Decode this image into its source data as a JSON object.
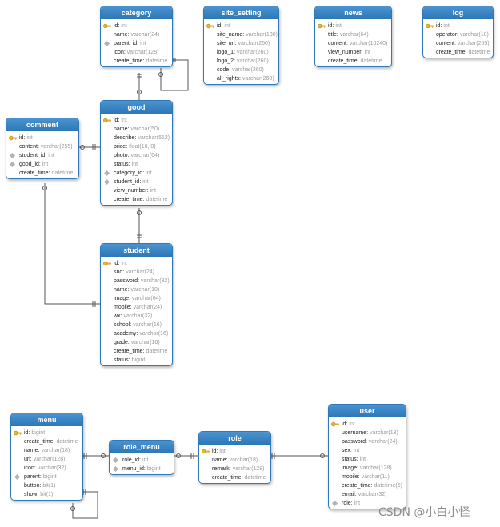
{
  "tables": [
    {
      "id": "category",
      "title": "category",
      "rows": [
        {
          "name": "id",
          "type": "int",
          "key": "pk"
        },
        {
          "name": "name",
          "type": "varchar(24)",
          "key": ""
        },
        {
          "name": "parent_id",
          "type": "int",
          "key": "fk"
        },
        {
          "name": "icon",
          "type": "varchar(128)",
          "key": ""
        },
        {
          "name": "create_time",
          "type": "datetime",
          "key": ""
        }
      ]
    },
    {
      "id": "site_setting",
      "title": "site_setting",
      "rows": [
        {
          "name": "id",
          "type": "int",
          "key": "pk"
        },
        {
          "name": "site_name",
          "type": "varchar(130)",
          "key": ""
        },
        {
          "name": "site_url",
          "type": "varchar(260)",
          "key": ""
        },
        {
          "name": "logo_1",
          "type": "varchar(260)",
          "key": ""
        },
        {
          "name": "logo_2",
          "type": "varchar(260)",
          "key": ""
        },
        {
          "name": "code",
          "type": "varchar(260)",
          "key": ""
        },
        {
          "name": "all_rights",
          "type": "varchar(260)",
          "key": ""
        }
      ]
    },
    {
      "id": "news",
      "title": "news",
      "rows": [
        {
          "name": "id",
          "type": "int",
          "key": "pk"
        },
        {
          "name": "title",
          "type": "varchar(64)",
          "key": ""
        },
        {
          "name": "content",
          "type": "varchar(10240)",
          "key": ""
        },
        {
          "name": "view_number",
          "type": "int",
          "key": ""
        },
        {
          "name": "create_time",
          "type": "datetime",
          "key": ""
        }
      ]
    },
    {
      "id": "log",
      "title": "log",
      "rows": [
        {
          "name": "id",
          "type": "int",
          "key": "pk"
        },
        {
          "name": "operator",
          "type": "varchar(18)",
          "key": ""
        },
        {
          "name": "content",
          "type": "varchar(255)",
          "key": ""
        },
        {
          "name": "create_time",
          "type": "datetime",
          "key": ""
        }
      ]
    },
    {
      "id": "good",
      "title": "good",
      "rows": [
        {
          "name": "id",
          "type": "int",
          "key": "pk"
        },
        {
          "name": "name",
          "type": "varchar(50)",
          "key": ""
        },
        {
          "name": "describe",
          "type": "varchar(512)",
          "key": ""
        },
        {
          "name": "price",
          "type": "float(10, 0)",
          "key": ""
        },
        {
          "name": "photo",
          "type": "varchar(64)",
          "key": ""
        },
        {
          "name": "status",
          "type": "int",
          "key": ""
        },
        {
          "name": "category_id",
          "type": "int",
          "key": "fk"
        },
        {
          "name": "student_id",
          "type": "int",
          "key": "fk"
        },
        {
          "name": "view_number",
          "type": "int",
          "key": ""
        },
        {
          "name": "create_time",
          "type": "datetime",
          "key": ""
        }
      ]
    },
    {
      "id": "comment",
      "title": "comment",
      "rows": [
        {
          "name": "id",
          "type": "int",
          "key": "pk"
        },
        {
          "name": "content",
          "type": "varchar(255)",
          "key": ""
        },
        {
          "name": "student_id",
          "type": "int",
          "key": "fk"
        },
        {
          "name": "good_id",
          "type": "int",
          "key": "fk"
        },
        {
          "name": "create_time",
          "type": "datetime",
          "key": ""
        }
      ]
    },
    {
      "id": "student",
      "title": "student",
      "rows": [
        {
          "name": "id",
          "type": "int",
          "key": "pk"
        },
        {
          "name": "sno",
          "type": "varchar(24)",
          "key": ""
        },
        {
          "name": "password",
          "type": "varchar(32)",
          "key": ""
        },
        {
          "name": "name",
          "type": "varchar(18)",
          "key": ""
        },
        {
          "name": "image",
          "type": "varchar(64)",
          "key": ""
        },
        {
          "name": "mobile",
          "type": "varchar(24)",
          "key": ""
        },
        {
          "name": "wx",
          "type": "varchar(32)",
          "key": ""
        },
        {
          "name": "school",
          "type": "varchar(16)",
          "key": ""
        },
        {
          "name": "academy",
          "type": "varchar(16)",
          "key": ""
        },
        {
          "name": "grade",
          "type": "varchar(16)",
          "key": ""
        },
        {
          "name": "create_time",
          "type": "datetime",
          "key": ""
        },
        {
          "name": "status",
          "type": "bigint",
          "key": ""
        }
      ]
    },
    {
      "id": "menu",
      "title": "menu",
      "rows": [
        {
          "name": "id",
          "type": "bigint",
          "key": "pk"
        },
        {
          "name": "create_time",
          "type": "datetime",
          "key": ""
        },
        {
          "name": "name",
          "type": "varchar(18)",
          "key": ""
        },
        {
          "name": "url",
          "type": "varchar(128)",
          "key": ""
        },
        {
          "name": "icon",
          "type": "varchar(32)",
          "key": ""
        },
        {
          "name": "parent",
          "type": "bigint",
          "key": "fk"
        },
        {
          "name": "button",
          "type": "bit(1)",
          "key": ""
        },
        {
          "name": "show",
          "type": "bit(1)",
          "key": ""
        }
      ]
    },
    {
      "id": "role_menu",
      "title": "role_menu",
      "rows": [
        {
          "name": "role_id",
          "type": "int",
          "key": "fk"
        },
        {
          "name": "menu_id",
          "type": "bigint",
          "key": "fk"
        }
      ]
    },
    {
      "id": "role",
      "title": "role",
      "rows": [
        {
          "name": "id",
          "type": "int",
          "key": "pk"
        },
        {
          "name": "name",
          "type": "varchar(18)",
          "key": ""
        },
        {
          "name": "remark",
          "type": "varchar(128)",
          "key": ""
        },
        {
          "name": "create_time",
          "type": "datetime",
          "key": ""
        }
      ]
    },
    {
      "id": "user",
      "title": "user",
      "rows": [
        {
          "name": "id",
          "type": "int",
          "key": "pk"
        },
        {
          "name": "username",
          "type": "varchar(18)",
          "key": ""
        },
        {
          "name": "password",
          "type": "varchar(24)",
          "key": ""
        },
        {
          "name": "sex",
          "type": "int",
          "key": ""
        },
        {
          "name": "status",
          "type": "int",
          "key": ""
        },
        {
          "name": "image",
          "type": "varchar(128)",
          "key": ""
        },
        {
          "name": "mobile",
          "type": "varchar(11)",
          "key": ""
        },
        {
          "name": "create_time",
          "type": "datetime(6)",
          "key": ""
        },
        {
          "name": "email",
          "type": "varchar(32)",
          "key": ""
        },
        {
          "name": "role",
          "type": "int",
          "key": "fk"
        }
      ]
    }
  ],
  "watermark": "CSDN @小白小怪",
  "colors": {
    "header": "#2f79b8",
    "line": "#555555",
    "key": "#e8b730",
    "fk": "#b3b3b3"
  },
  "icons": {
    "primary_key": "key-icon",
    "foreign_key": "diamond-icon"
  }
}
